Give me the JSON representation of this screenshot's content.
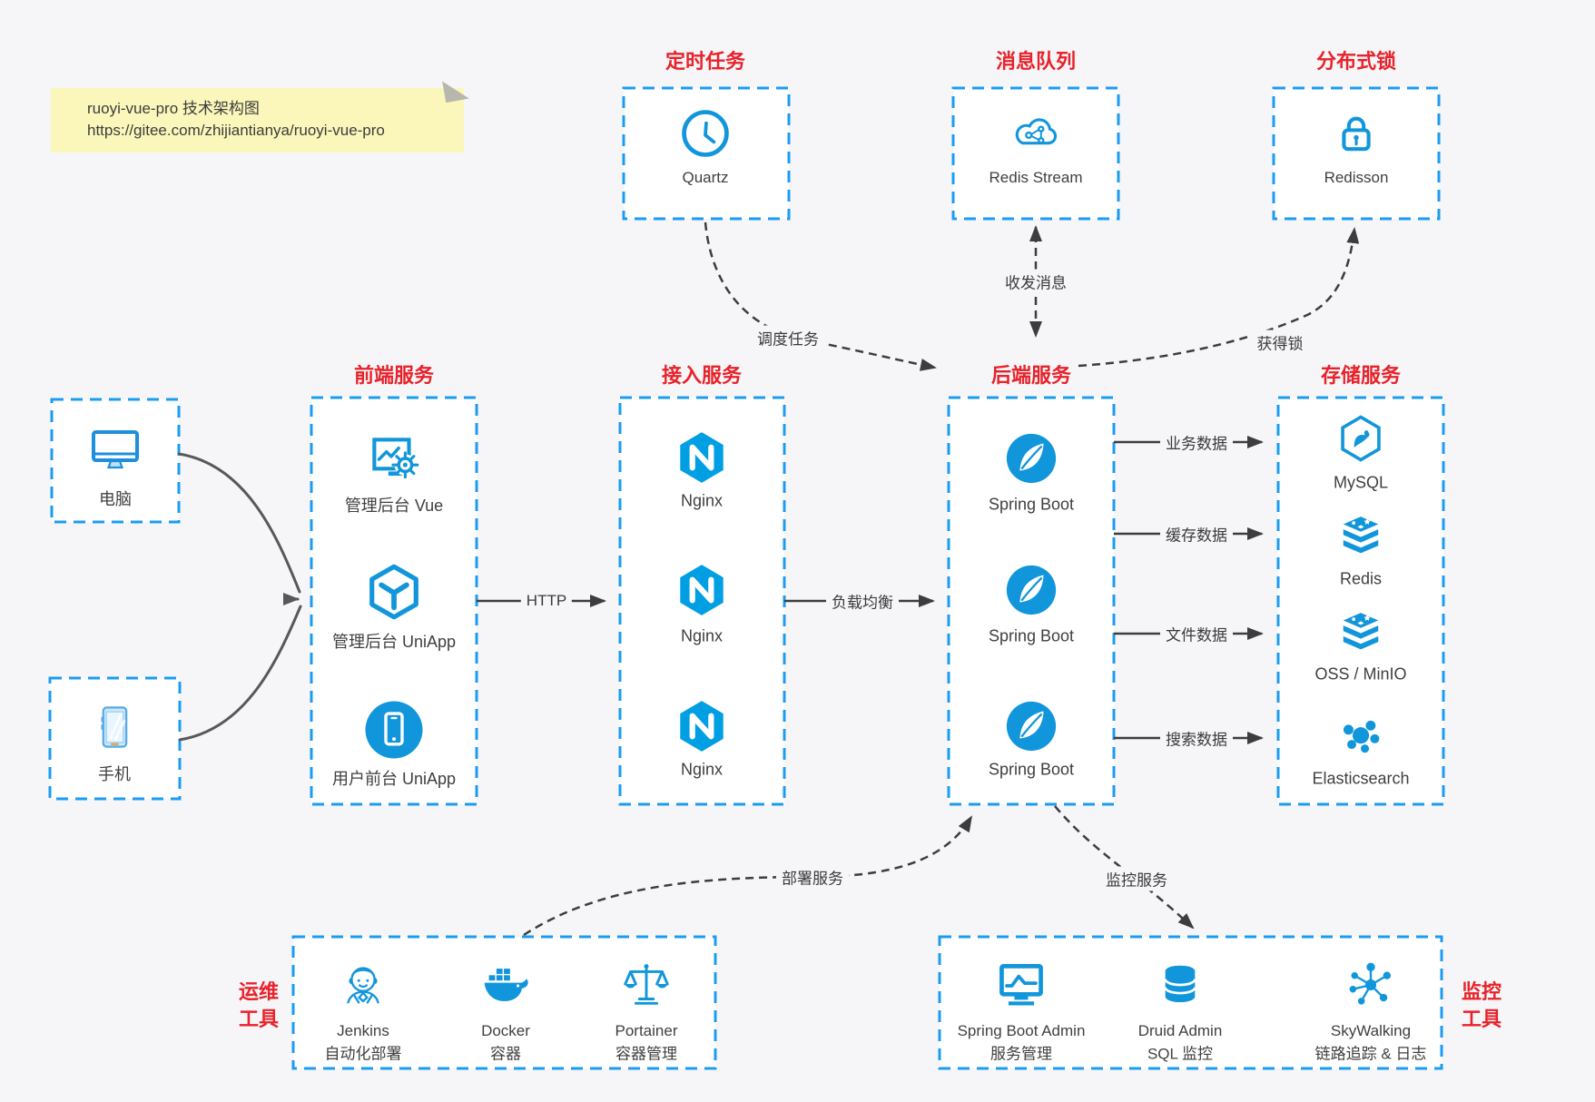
{
  "note": {
    "line1": "ruoyi-vue-pro 技术架构图",
    "line2": "https://gitee.com/zhijiantianya/ruoyi-vue-pro"
  },
  "top_services": [
    {
      "title": "定时任务",
      "label": "Quartz"
    },
    {
      "title": "消息队列",
      "label": "Redis Stream"
    },
    {
      "title": "分布式锁",
      "label": "Redisson"
    }
  ],
  "clients": [
    {
      "label": "电脑"
    },
    {
      "label": "手机"
    }
  ],
  "frontend": {
    "title": "前端服务",
    "items": [
      {
        "label": "管理后台 Vue"
      },
      {
        "label": "管理后台 UniApp"
      },
      {
        "label": "用户前台 UniApp"
      }
    ]
  },
  "gateway": {
    "title": "接入服务",
    "items": [
      {
        "label": "Nginx"
      },
      {
        "label": "Nginx"
      },
      {
        "label": "Nginx"
      }
    ]
  },
  "backend": {
    "title": "后端服务",
    "items": [
      {
        "label": "Spring Boot"
      },
      {
        "label": "Spring Boot"
      },
      {
        "label": "Spring Boot"
      }
    ]
  },
  "storage": {
    "title": "存储服务",
    "items": [
      {
        "label": "MySQL"
      },
      {
        "label": "Redis"
      },
      {
        "label": "OSS / MinIO"
      },
      {
        "label": "Elasticsearch"
      }
    ]
  },
  "ops_tools": {
    "side": [
      "运维",
      "工具"
    ],
    "items": [
      {
        "label": "Jenkins",
        "sub": "自动化部署"
      },
      {
        "label": "Docker",
        "sub": "容器"
      },
      {
        "label": "Portainer",
        "sub": "容器管理"
      }
    ]
  },
  "monitor_tools": {
    "side": [
      "监控",
      "工具"
    ],
    "items": [
      {
        "label": "Spring Boot Admin",
        "sub": "服务管理"
      },
      {
        "label": "Druid Admin",
        "sub": "SQL 监控"
      },
      {
        "label": "SkyWalking",
        "sub": "链路追踪 & 日志"
      }
    ]
  },
  "edges": {
    "http": "HTTP",
    "load_balance": "负载均衡",
    "schedule": "调度任务",
    "message": "收发消息",
    "lock": "获得锁",
    "business": "业务数据",
    "cache": "缓存数据",
    "file": "文件数据",
    "search": "搜索数据",
    "deploy": "部署服务",
    "monitoring": "监控服务"
  },
  "colors": {
    "box_border": "#1b9cf3",
    "icon_blue": "#1296db",
    "title_red": "#e8222a",
    "note_bg": "#fbf7bb",
    "canvas_bg": "#f6f6f8"
  }
}
